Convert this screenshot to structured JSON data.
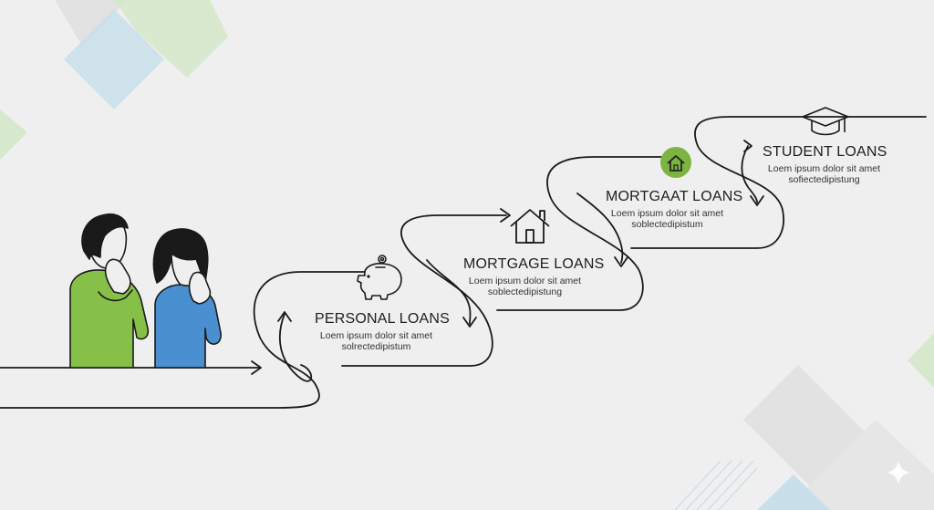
{
  "steps": [
    {
      "title": "PERSONAL LOANS",
      "desc_line1": "Loem ipsum dolor sit amet",
      "desc_line2": "solrectedipistum",
      "icon": "piggy-bank-icon"
    },
    {
      "title": "MORTGAGE LOANS",
      "desc_line1": "Loem ipsum dolor sit amet",
      "desc_line2": "soblectedipistung",
      "icon": "house-icon"
    },
    {
      "title": "MORTGAAT LOANS",
      "desc_line1": "Loem ipsum dolor sit amet",
      "desc_line2": "soblectedipistum",
      "icon": "house-badge-icon"
    },
    {
      "title": "STUDENT LOANS",
      "desc_line1": "Loem ipsum dolor sit amet",
      "desc_line2": "sofiectedipistung",
      "icon": "graduation-cap-icon"
    }
  ],
  "colors": {
    "background": "#efefef",
    "line": "#1a1a1a",
    "man_shirt": "#86c048",
    "woman_shirt": "#4a90d0",
    "badge_green": "#7cb342",
    "deco_blue": "#bcdbe8",
    "deco_green": "#cfe6c2",
    "deco_gray": "#dcdcdc"
  }
}
